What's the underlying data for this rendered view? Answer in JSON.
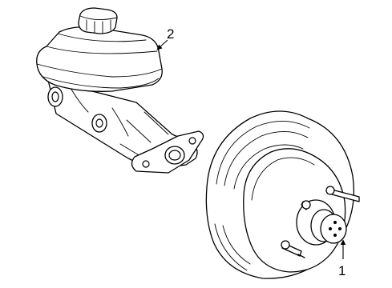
{
  "callouts": [
    {
      "number": "1",
      "part": "brake-booster"
    },
    {
      "number": "2",
      "part": "master-cylinder"
    }
  ],
  "colors": {
    "line": "#000000",
    "background": "#ffffff"
  }
}
